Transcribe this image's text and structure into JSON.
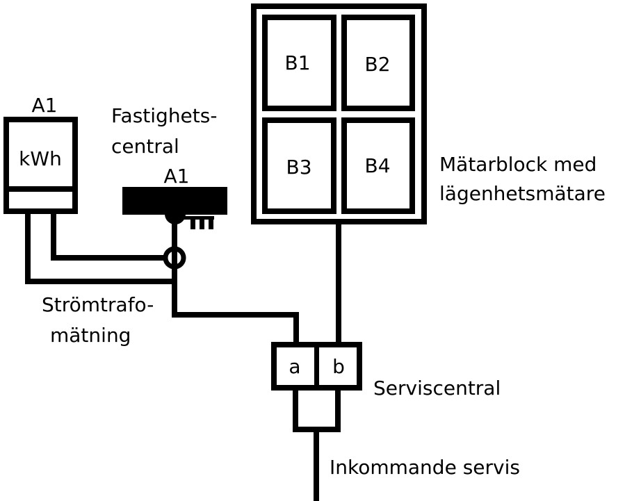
{
  "diagram": {
    "kind": "electrical metering schematic",
    "colors": {
      "line": "#000000",
      "background": "#ffffff"
    },
    "meter_a1": {
      "title": "A1",
      "unit": "kWh"
    },
    "fastighetscentral": {
      "label_line1": "Fastighets-",
      "label_line2": "central",
      "id": "A1",
      "symbol": "fuse-switch-icon"
    },
    "current_transformer": {
      "label_line1": "Strömtrafo-",
      "label_line2": "mätning",
      "symbol": "current-transformer-icon"
    },
    "meter_block": {
      "label_line1": "Mätarblock med",
      "label_line2": "lägenhetsmätare",
      "meters": [
        "B1",
        "B2",
        "B3",
        "B4"
      ]
    },
    "service_central": {
      "label": "Serviscentral",
      "sections": [
        "a",
        "b"
      ]
    },
    "incoming": {
      "label": "Inkommande servis"
    },
    "connections": [
      {
        "from": "meter_a1",
        "to": "current_transformer"
      },
      {
        "from": "fastighetscentral",
        "to": "service_central.a"
      },
      {
        "from": "meter_block",
        "to": "service_central.b"
      },
      {
        "from": "incoming",
        "to": "service_central"
      }
    ]
  }
}
